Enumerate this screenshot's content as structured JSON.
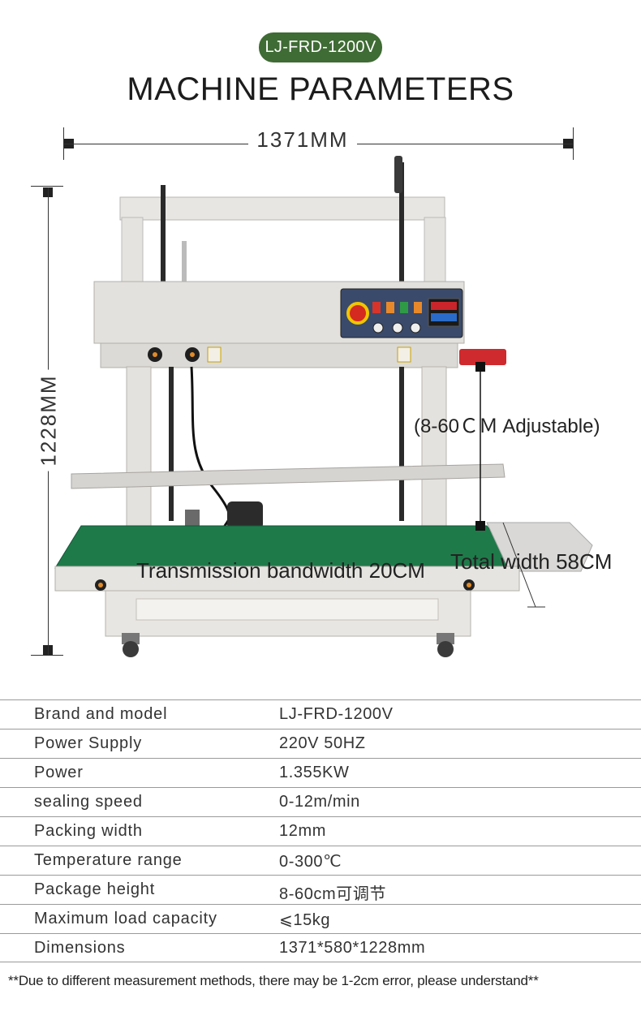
{
  "header": {
    "model_badge": "LJ-FRD-1200V",
    "title": "MACHINE PARAMETERS"
  },
  "dimensions": {
    "width_label": "1371MM",
    "height_label": "1228MM",
    "adjustable_label": "(8-60ＣＭ Adjustable)",
    "bandwidth_label": "Transmission bandwidth 20CM",
    "total_width_label": "Total width 58CM"
  },
  "specs": [
    {
      "label": "Brand and model",
      "value": "LJ-FRD-1200V"
    },
    {
      "label": "Power Supply",
      "value": "220V 50HZ"
    },
    {
      "label": "Power",
      "value": "1.355KW"
    },
    {
      "label": "sealing speed",
      "value": "0-12m/min"
    },
    {
      "label": "Packing width",
      "value": "12mm"
    },
    {
      "label": "Temperature range",
      "value": "0-300℃"
    },
    {
      "label": "Package height",
      "value": "8-60cm可调节"
    },
    {
      "label": "Maximum load capacity",
      "value": "⩽15kg"
    },
    {
      "label": "Dimensions",
      "value": "1371*580*1228mm"
    }
  ],
  "footnote": "**Due to different measurement methods, there may be 1-2cm error, please understand**",
  "colors": {
    "badge_bg": "#3f6b34",
    "belt_green": "#1f7a4a",
    "machine_frame": "#e8e6e2",
    "emergency_red": "#d42a1f"
  }
}
